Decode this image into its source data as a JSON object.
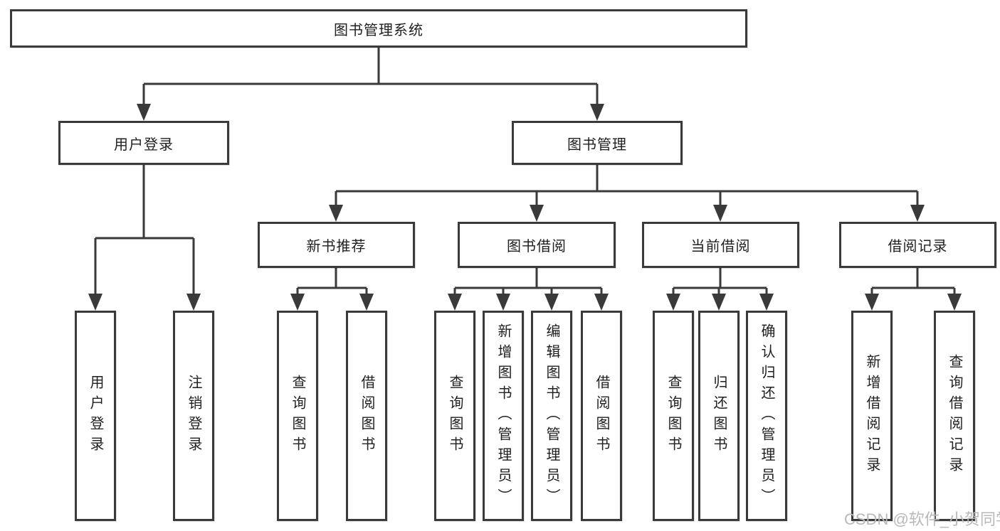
{
  "diagram": {
    "root": {
      "label": "图书管理系统"
    },
    "branches": [
      {
        "label": "用户登录",
        "leaves": [
          {
            "label": "用户登录"
          },
          {
            "label": "注销登录"
          }
        ]
      },
      {
        "label": "图书管理",
        "groups": [
          {
            "label": "新书推荐",
            "leaves": [
              {
                "label": "查询图书"
              },
              {
                "label": "借阅图书"
              }
            ]
          },
          {
            "label": "图书借阅",
            "leaves": [
              {
                "label": "查询图书"
              },
              {
                "label": "新增图书（管理员）"
              },
              {
                "label": "编辑图书（管理员）"
              },
              {
                "label": "借阅图书"
              }
            ]
          },
          {
            "label": "当前借阅",
            "leaves": [
              {
                "label": "查询图书"
              },
              {
                "label": "归还图书"
              },
              {
                "label": "确认归还（管理员）"
              }
            ]
          },
          {
            "label": "借阅记录",
            "leaves": [
              {
                "label": "新增借阅记录"
              },
              {
                "label": "查询借阅记录"
              }
            ]
          }
        ]
      }
    ],
    "watermark": "CSDN @软件_小贺同学",
    "colors": {
      "line": "#3a3a3a",
      "box_border": "#3a3a3a",
      "box_fill": "#ffffff",
      "text": "#1f1f1f",
      "watermark": "#b9b9b9"
    }
  }
}
